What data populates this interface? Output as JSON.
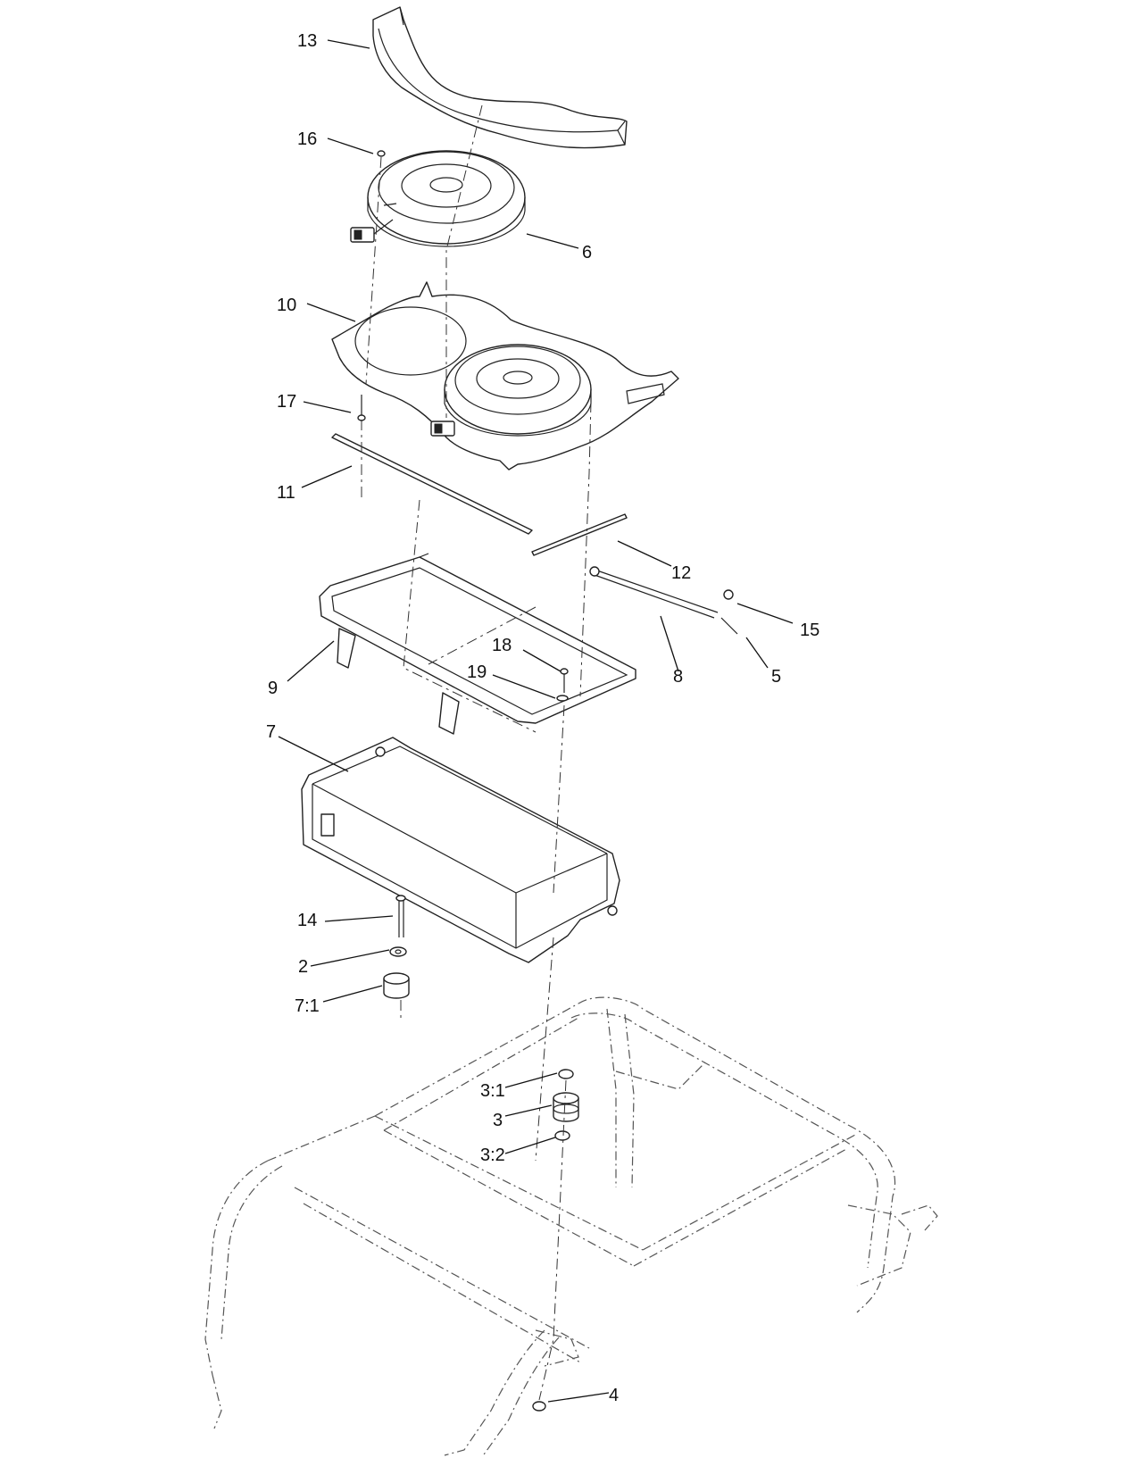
{
  "callouts": {
    "c13": "13",
    "c16": "16",
    "c6": "6",
    "c10": "10",
    "c17": "17",
    "c11": "11",
    "c12": "12",
    "c15": "15",
    "c8": "8",
    "c5": "5",
    "c9": "9",
    "c18": "18",
    "c19": "19",
    "c7": "7",
    "c14": "14",
    "c2": "2",
    "c7_1": "7:1",
    "c3_1": "3:1",
    "c3": "3",
    "c3_2": "3:2",
    "c4": "4"
  }
}
